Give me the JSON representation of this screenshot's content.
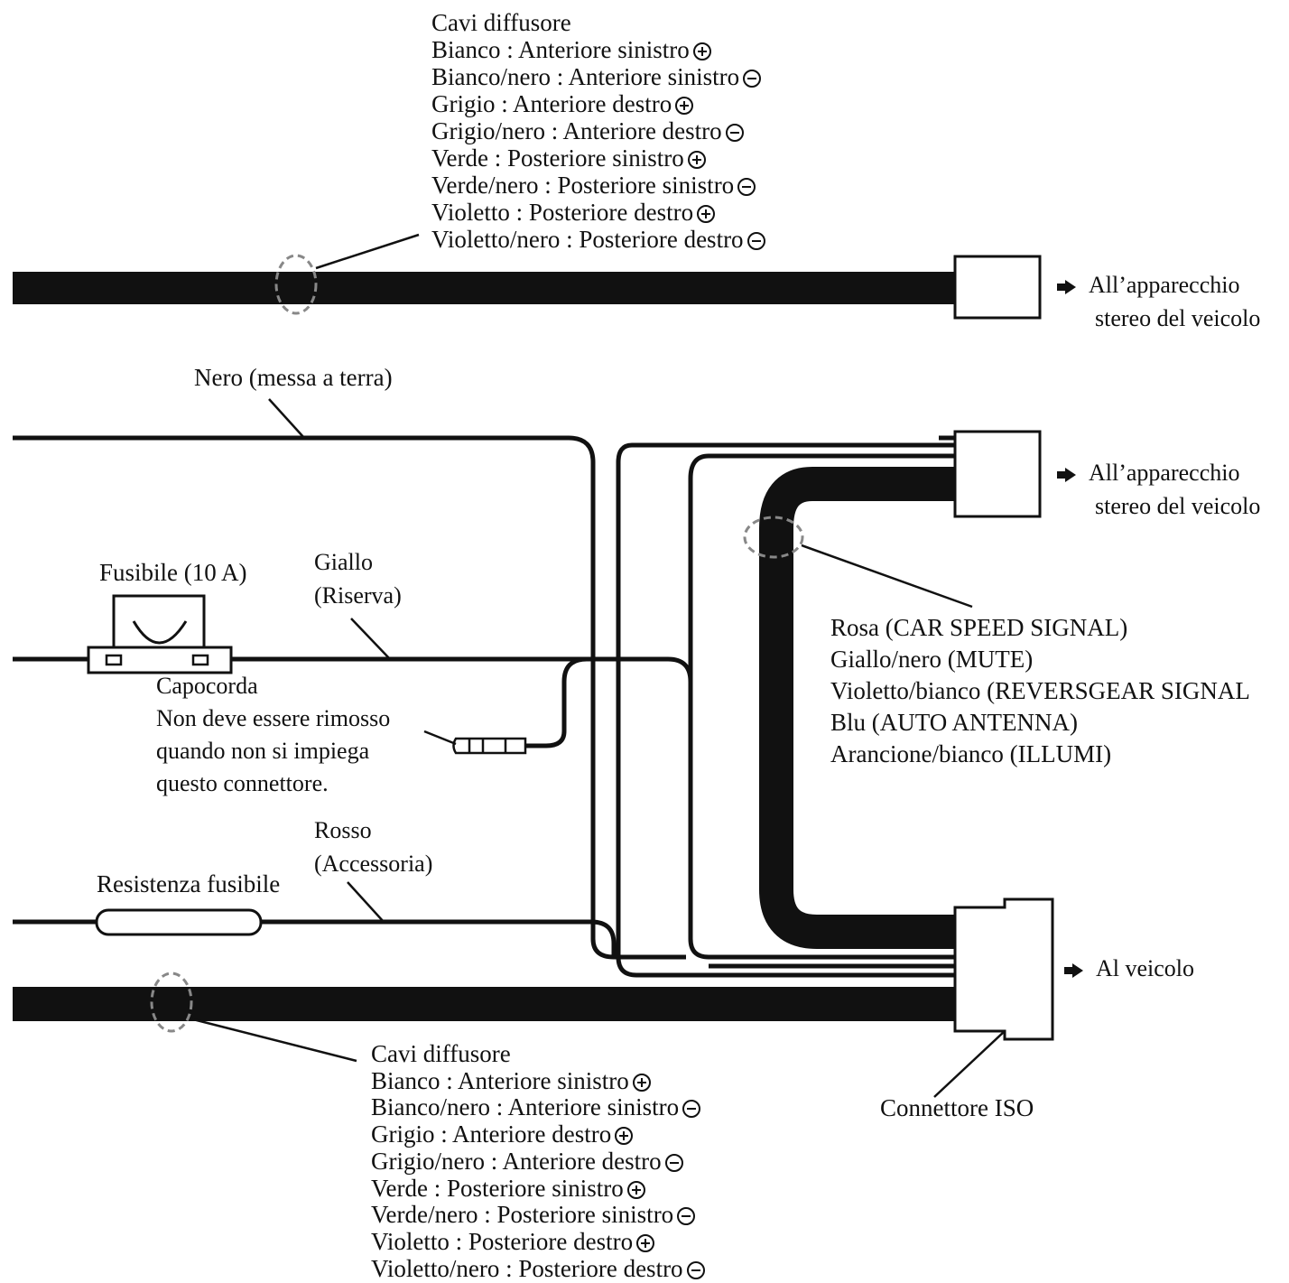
{
  "top_speaker": {
    "title": "Cavi diffusore",
    "lines": [
      {
        "text": "Bianco : Anteriore sinistro",
        "sign": "plus"
      },
      {
        "text": "Bianco/nero : Anteriore sinistro",
        "sign": "minus"
      },
      {
        "text": "Grigio : Anteriore destro",
        "sign": "plus"
      },
      {
        "text": "Grigio/nero : Anteriore destro",
        "sign": "minus"
      },
      {
        "text": "Verde : Posteriore sinistro",
        "sign": "plus"
      },
      {
        "text": "Verde/nero : Posteriore sinistro",
        "sign": "minus"
      },
      {
        "text": "Violetto : Posteriore destro",
        "sign": "plus"
      },
      {
        "text": "Violetto/nero : Posteriore destro",
        "sign": "minus"
      }
    ]
  },
  "bottom_speaker": {
    "title": "Cavi diffusore",
    "lines": [
      {
        "text": "Bianco : Anteriore sinistro",
        "sign": "plus"
      },
      {
        "text": "Bianco/nero : Anteriore sinistro",
        "sign": "minus"
      },
      {
        "text": "Grigio : Anteriore destro",
        "sign": "plus"
      },
      {
        "text": "Grigio/nero : Anteriore destro",
        "sign": "minus"
      },
      {
        "text": "Verde : Posteriore sinistro",
        "sign": "plus"
      },
      {
        "text": "Verde/nero : Posteriore sinistro",
        "sign": "minus"
      },
      {
        "text": "Violetto : Posteriore destro",
        "sign": "plus"
      },
      {
        "text": "Violetto/nero : Posteriore destro",
        "sign": "minus"
      }
    ]
  },
  "dest_stereo_1": {
    "line1": "All’apparecchio",
    "line2": "stereo del veicolo"
  },
  "dest_stereo_2": {
    "line1": "All’apparecchio",
    "line2": "stereo del veicolo"
  },
  "dest_vehicle": "Al veicolo",
  "ground_label": "Nero (messa a terra)",
  "fuse_label": "Fusibile (10 A)",
  "yellow_label": {
    "line1": "Giallo",
    "line2": "(Riserva)"
  },
  "terminal_label": {
    "line1": "Capocorda",
    "line2": "Non deve essere rimosso",
    "line3": "quando non si impiega",
    "line4": "questo connettore."
  },
  "red_label": {
    "line1": "Rosso",
    "line2": "(Accessoria)"
  },
  "resistor_label": "Resistenza fusibile",
  "signal_wires": [
    "Rosa (CAR SPEED SIGNAL)",
    "Giallo/nero (MUTE)",
    "Violetto/bianco (REVERSGEAR SIGNAL",
    "Blu (AUTO ANTENNA)",
    "Arancione/bianco (ILLUMI)"
  ],
  "iso_label": "Connettore ISO",
  "colors": {
    "ink": "#111111",
    "background": "#ffffff",
    "callout_ring": "#888888"
  }
}
